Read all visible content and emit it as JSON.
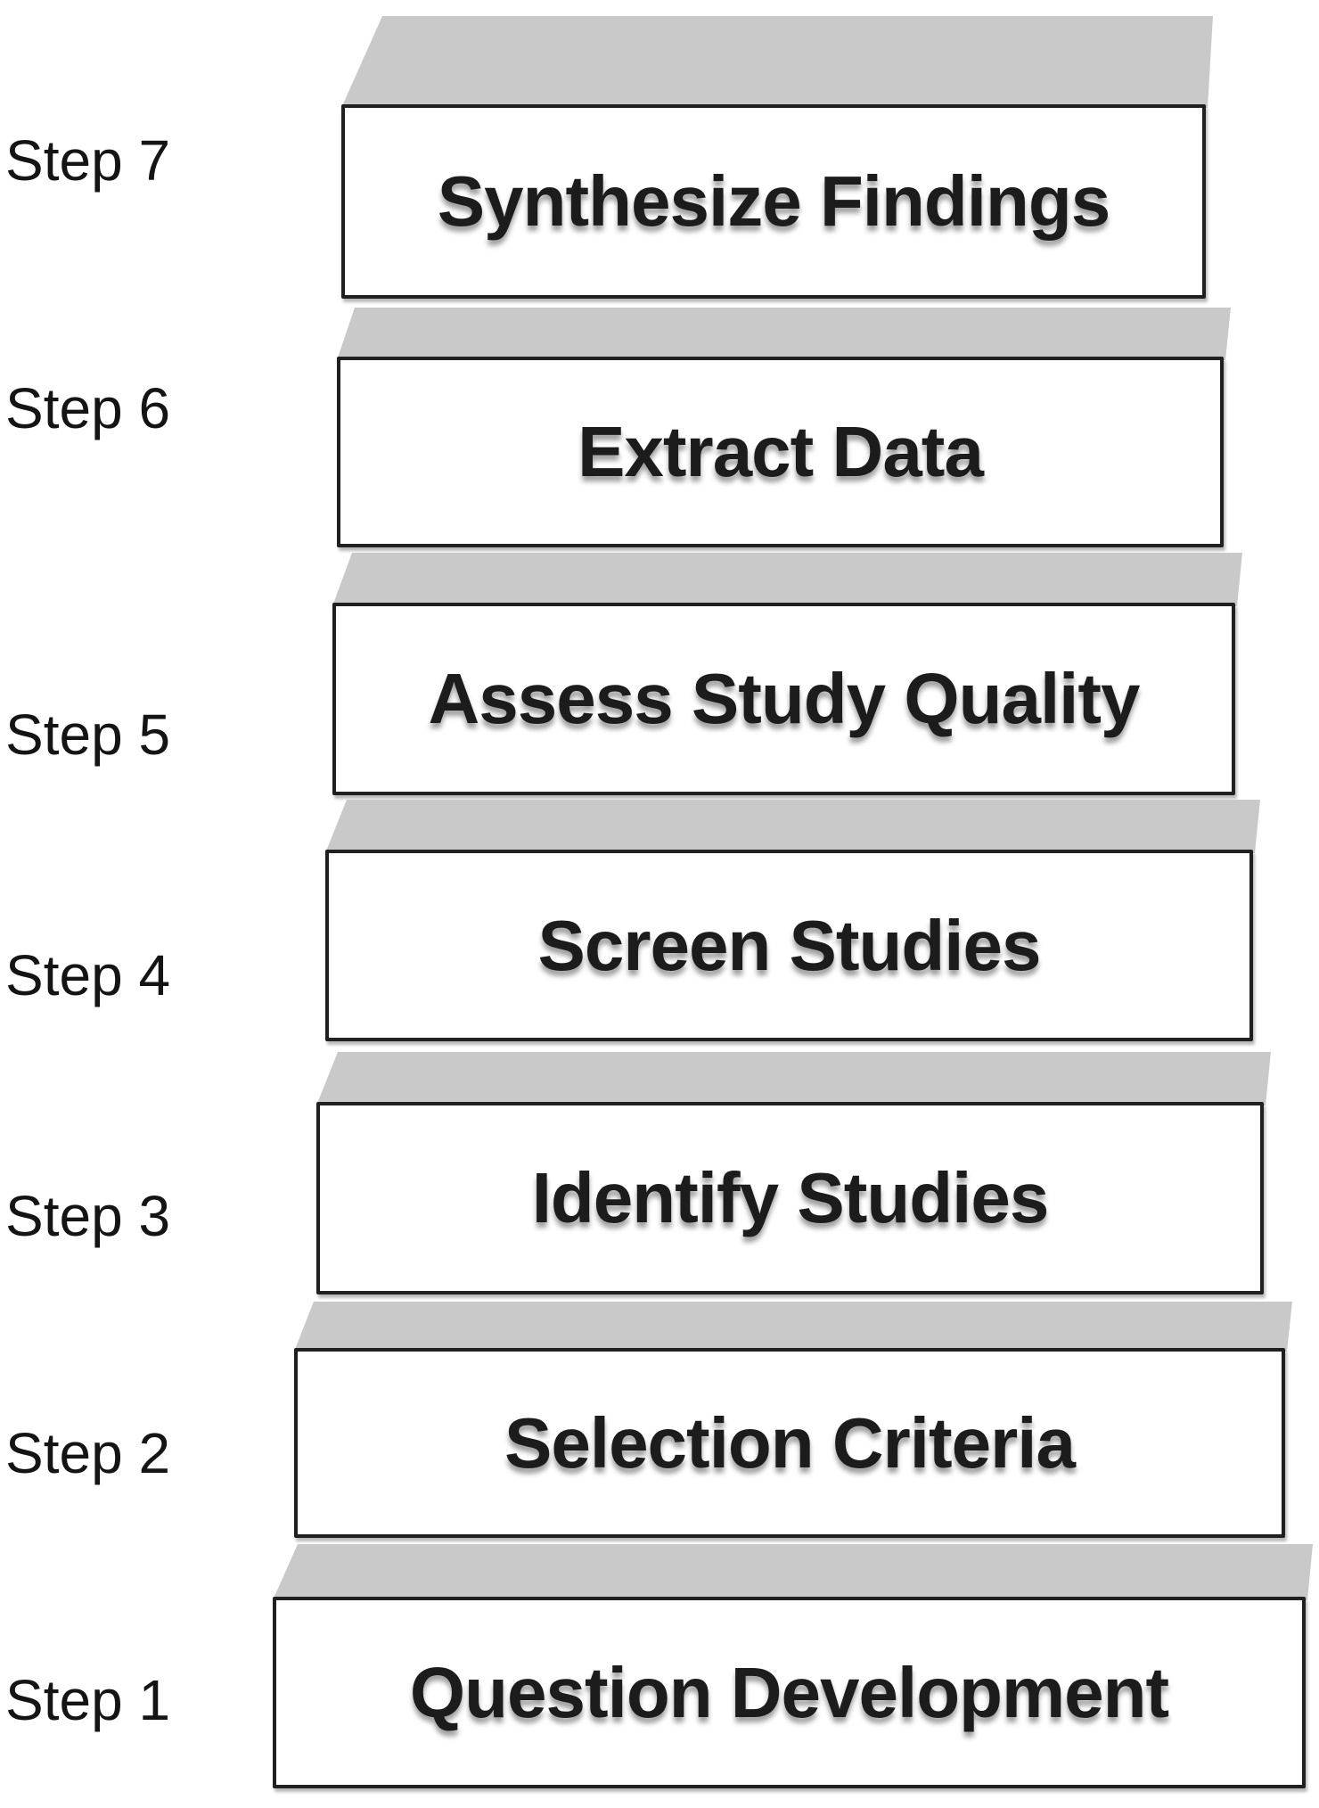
{
  "figure": {
    "description_text": ""
  },
  "colors": {
    "top_face_gray": "#c9c9c9",
    "box_border": "#202020",
    "box_background": "#ffffff",
    "label_text": "#141414",
    "box_text": "#1c1c1c"
  },
  "steps": [
    {
      "step_label": "Step 7",
      "box_label": "Synthesize Findings"
    },
    {
      "step_label": "Step 6",
      "box_label": "Extract Data"
    },
    {
      "step_label": "Step 5",
      "box_label": "Assess Study Quality"
    },
    {
      "step_label": "Step 4",
      "box_label": "Screen Studies"
    },
    {
      "step_label": "Step 3",
      "box_label": "Identify Studies"
    },
    {
      "step_label": "Step 2",
      "box_label": "Selection Criteria"
    },
    {
      "step_label": "Step 1",
      "box_label": "Question Development"
    }
  ]
}
